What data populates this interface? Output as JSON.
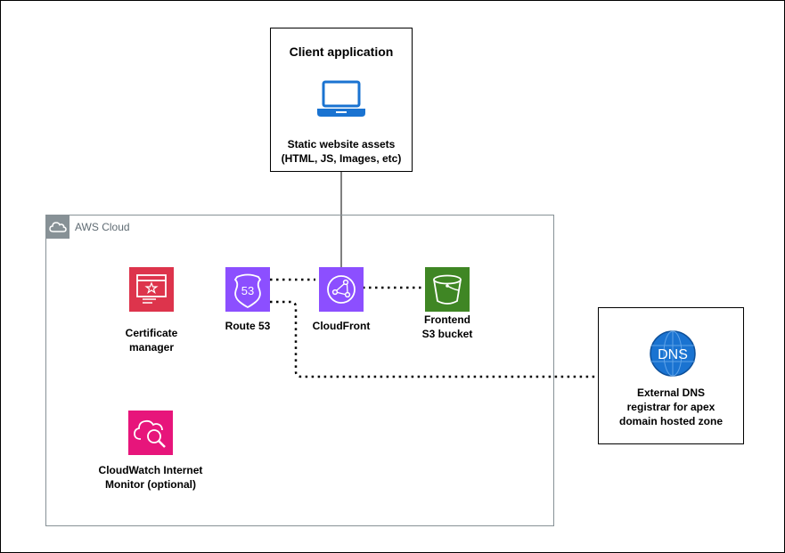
{
  "client": {
    "title": "Client application",
    "caption_line1": "Static website assets",
    "caption_line2": "(HTML, JS, Images, etc)"
  },
  "aws_cloud": {
    "label": "AWS Cloud"
  },
  "services": {
    "certificate_manager": {
      "line1": "Certificate",
      "line2": "manager",
      "color": "#DD344C"
    },
    "route53": {
      "label": "Route 53",
      "color": "#8C4FFF",
      "icon_text": "53"
    },
    "cloudfront": {
      "label": "CloudFront",
      "color": "#8C4FFF"
    },
    "s3": {
      "line1": "Frontend",
      "line2": "S3 bucket",
      "color": "#3F8624"
    },
    "internet_monitor": {
      "line1": "CloudWatch Internet",
      "line2": "Monitor (optional)",
      "color": "#E7157B"
    }
  },
  "external_dns": {
    "icon_text": "DNS",
    "line1": "External DNS",
    "line2": "registrar for apex",
    "line3": "domain hosted zone",
    "color": "#1a73d1"
  }
}
